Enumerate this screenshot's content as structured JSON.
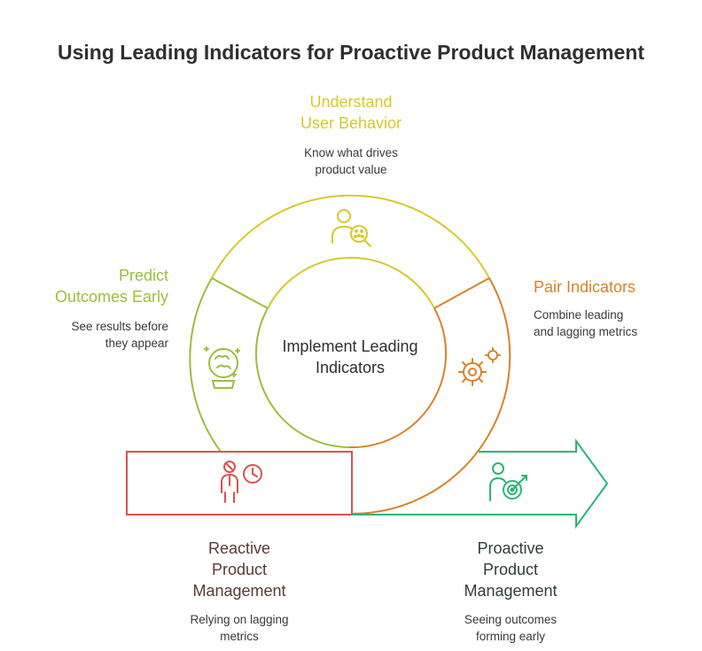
{
  "title": "Using Leading Indicators for Proactive Product Management",
  "center_label": "Implement Leading\nIndicators",
  "colors": {
    "yellow": "#d9c82b",
    "green": "#9bbf3c",
    "orange": "#d9822b",
    "red": "#d9534f",
    "teal": "#2bb673",
    "brown": "#5a3a32",
    "dark": "#2f2f2f"
  },
  "stages": {
    "understand": {
      "heading": "Understand\nUser Behavior",
      "desc": "Know what drives\nproduct value",
      "icon": "user-magnifier-icon"
    },
    "pair": {
      "heading": "Pair Indicators",
      "desc": "Combine leading\nand lagging metrics",
      "icon": "gears-icon"
    },
    "predict": {
      "heading": "Predict\nOutcomes Early",
      "desc": "See results before\nthey appear",
      "icon": "crystal-ball-icon"
    },
    "reactive": {
      "heading": "Reactive\nProduct\nManagement",
      "desc": "Relying on lagging\nmetrics",
      "icon": "person-clock-icon"
    },
    "proactive": {
      "heading": "Proactive\nProduct\nManagement",
      "desc": "Seeing outcomes\nforming early",
      "icon": "person-target-icon"
    }
  }
}
